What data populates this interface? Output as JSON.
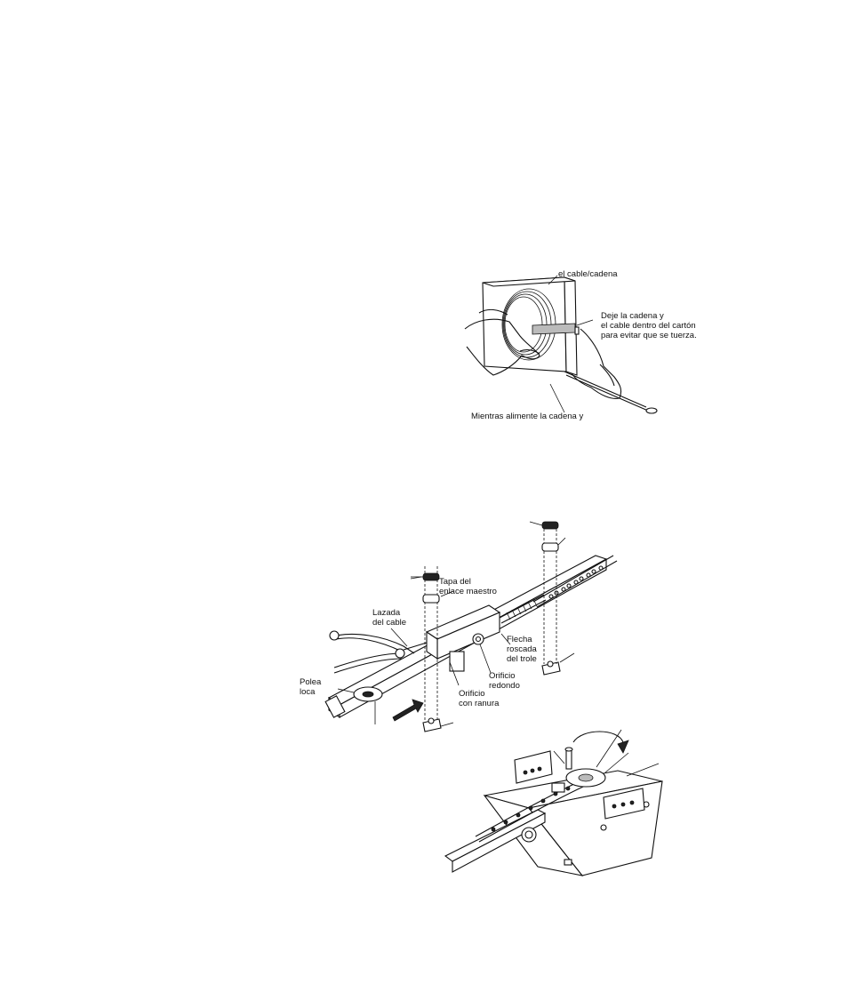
{
  "figure1": {
    "label_chain_cable": "el cable/cadena",
    "label_leave_chain_1": "Deje la cadena y",
    "label_leave_chain_2": "el cable dentro del cartón",
    "label_leave_chain_3": "para evitar que se tuerza.",
    "label_feed_chain": "Mientras alimente la cadena y"
  },
  "figure2": {
    "label_master_link_1": "Tapa del",
    "label_master_link_2": "enlace maestro",
    "label_cable_loop_1": "Lazada",
    "label_cable_loop_2": "del cable",
    "label_trolley_shaft_1": "Flecha",
    "label_trolley_shaft_2": "roscada",
    "label_trolley_shaft_3": "del trole",
    "label_round_hole_1": "Orificio",
    "label_round_hole_2": "redondo",
    "label_idler_pulley_1": "Polea",
    "label_idler_pulley_2": "loca",
    "label_slotted_hole_1": "Orificio",
    "label_slotted_hole_2": "con ranura"
  }
}
